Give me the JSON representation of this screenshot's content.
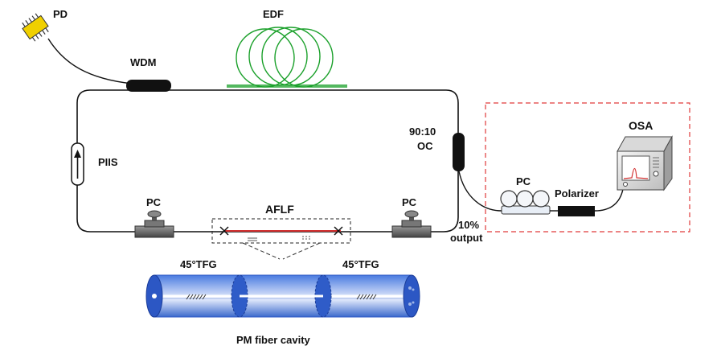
{
  "labels": {
    "pd": "PD",
    "edf": "EDF",
    "wdm": "WDM",
    "oc_ratio": "90:10",
    "oc": "OC",
    "piis": "PIIS",
    "pc_left": "PC",
    "pc_right": "PC",
    "aflf": "AFLF",
    "output_pct": "10%",
    "output": "output",
    "osa": "OSA",
    "pc_out": "PC",
    "polarizer": "Polarizer",
    "tfg_left": "45°TFG",
    "tfg_right": "45°TFG",
    "cavity": "PM fiber cavity"
  },
  "colors": {
    "fiber": "#111111",
    "edf_coil": "#1aa02a",
    "aflf_fiber": "#d23030",
    "dashed_box": "#e03a3a",
    "pd_body": "#f0d000",
    "cylinder": "#3a6bd0",
    "cylinder_face": "#2c57c4"
  },
  "icons": [
    "photodetector-icon",
    "fiber-coil-icon",
    "coupler-icon",
    "isolator-icon",
    "polarization-controller-icon",
    "spectrum-analyzer-icon",
    "polarizer-icon",
    "fiber-cylinder-icon"
  ]
}
